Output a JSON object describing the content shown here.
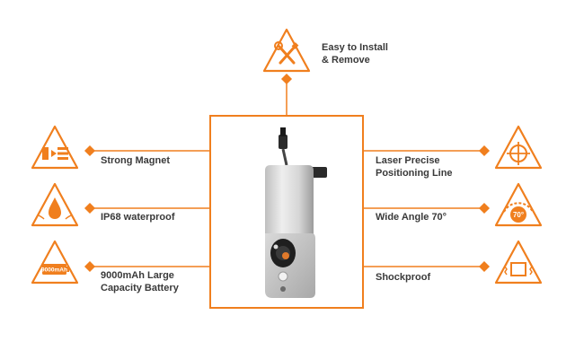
{
  "accent_color": "#f07f1e",
  "text_color": "#3a3a3a",
  "features": {
    "install": {
      "line1": "Easy to Install",
      "line2": "& Remove",
      "icon": "tools-icon"
    },
    "magnet": {
      "line1": "Strong Magnet",
      "icon": "magnet-icon"
    },
    "waterproof": {
      "line1": "IP68 waterproof",
      "icon": "water-drop-icon"
    },
    "battery": {
      "line1": "9000mAh Large",
      "line2": "Capacity Battery",
      "icon": "battery-icon",
      "icon_text": "9000mAh"
    },
    "laser": {
      "line1": "Laser Precise",
      "line2": "Positioning Line",
      "icon": "crosshair-icon"
    },
    "wide_angle": {
      "line1": "Wide Angle 70°",
      "icon": "wide-angle-icon",
      "icon_text": "70°"
    },
    "shockproof": {
      "line1": "Shockproof",
      "icon": "shockproof-icon"
    }
  }
}
